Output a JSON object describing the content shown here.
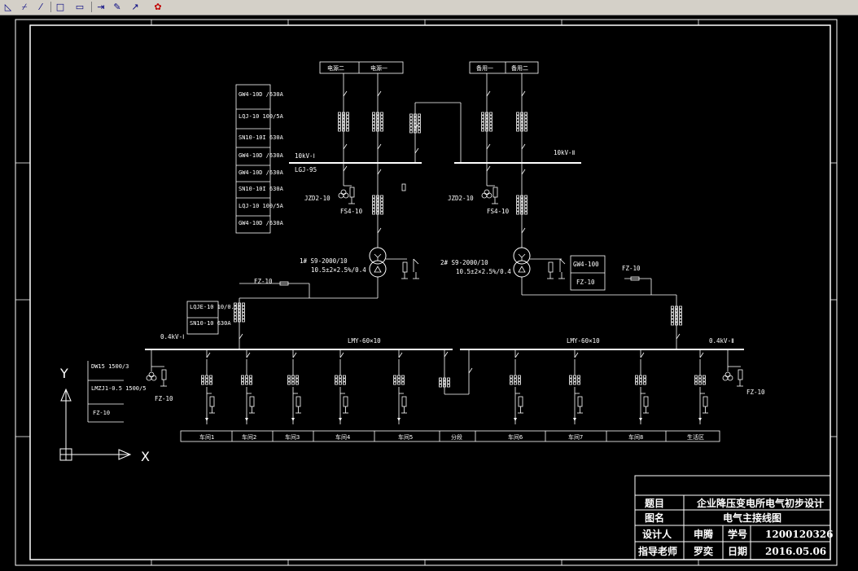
{
  "toolbar": {
    "icons": [
      "align-left-icon",
      "polyline-icon",
      "line-icon",
      "rectangle-icon",
      "square-icon",
      "arrow-icon",
      "pen-icon",
      "pointer-icon",
      "paint-icon"
    ]
  },
  "incoming": {
    "left": [
      "电源二",
      "电源一"
    ],
    "right": [
      "备用一",
      "备用二"
    ]
  },
  "equipment_list": [
    "GW4-10D /630A",
    "LQJ-10 100/5A",
    "SN10-10I 630A",
    "GW4-10D /630A",
    "GW4-10D /630A",
    "SN10-10I 630A",
    "LQJ-10 100/5A",
    "GW4-10D /630A"
  ],
  "bus_hv": {
    "left_name": "10kV-Ⅰ",
    "left_cable": "LGJ-95",
    "right_name": "10kV-Ⅱ"
  },
  "pt_left": {
    "jzd": "JZD2-10",
    "fs": "FS4-10"
  },
  "pt_right": {
    "jzd": "JZD2-10",
    "fs": "FS4-10"
  },
  "transformers": {
    "t1": {
      "label": "1# S9-2000/10",
      "ratio": "10.5±2×2.5%/0.4"
    },
    "t2": {
      "label": "2# S9-2000/10",
      "ratio": "10.5±2×2.5%/0.4"
    }
  },
  "t2_box": [
    "GW4-100",
    "FZ-10"
  ],
  "fz": {
    "left": "FZ-10",
    "right": "FZ-10",
    "lv_left": "FZ-10",
    "lv_right": "FZ-10"
  },
  "lv_box": [
    "LQJE-10 10/0.1",
    "SN10-10 630A"
  ],
  "bus_lv": {
    "left_name": "0.4kV-Ⅰ",
    "left_cable": "LMY-60×10",
    "right_cable": "LMY-60×10",
    "right_name": "0.4kV-Ⅱ"
  },
  "legend": [
    "DW15 1500/3",
    "LMZJ1-0.5 1500/5",
    "FZ-10"
  ],
  "feeders": [
    "车间1",
    "车间2",
    "车间3",
    "车间4",
    "车间5",
    "分段",
    "车间6",
    "车间7",
    "车间8",
    "生活区"
  ],
  "title_block": {
    "row1_label": "题目",
    "row1_value": "企业降压变电所电气初步设计",
    "row2_label": "图名",
    "row2_value": "电气主接线图",
    "row3_label": "设计人",
    "designer": "申腾",
    "id_label": "学号",
    "id_value": "1200120326",
    "row4_label": "指导老师",
    "advisor": "罗奕",
    "date_label": "日期",
    "date_value": "2016.05.06"
  },
  "ucs": {
    "y_axis": "Y",
    "x_axis": "X"
  }
}
